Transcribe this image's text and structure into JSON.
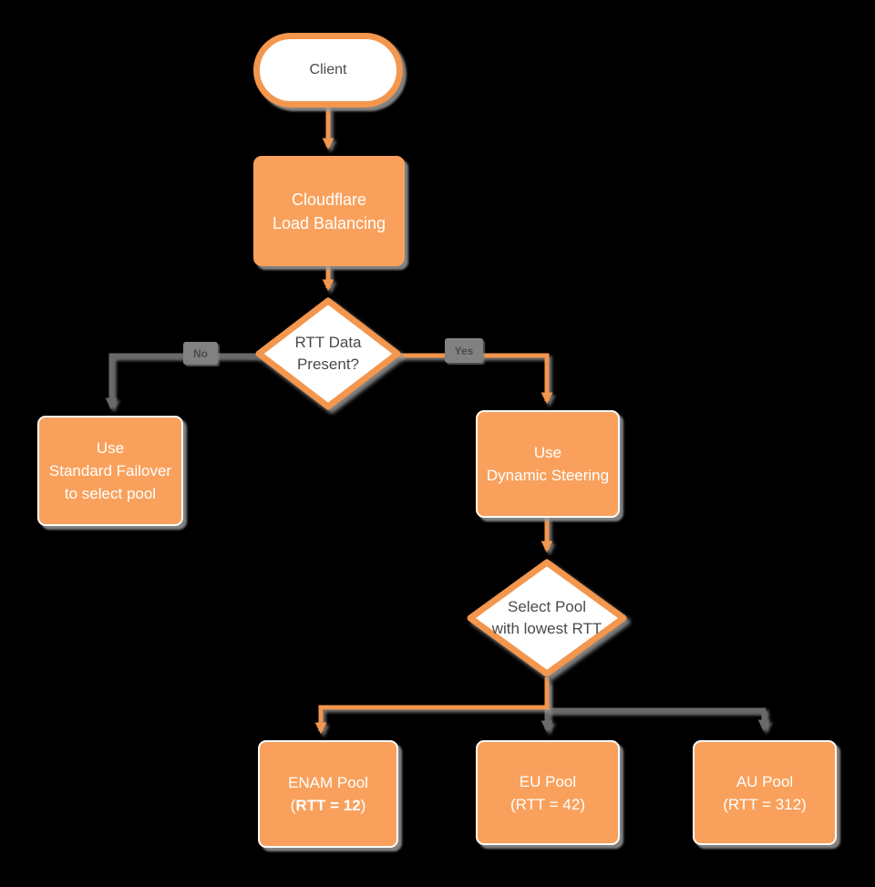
{
  "palette": {
    "background": "#000000",
    "orange_fill": "#F9A15C",
    "orange_line": "#F3964E",
    "gray_line": "#696969",
    "node_text_dark": "#4A4A4A",
    "node_text_light": "#FFFFFF",
    "label_chip_bg": "#818181",
    "label_chip_text": "#4B4B4B"
  },
  "nodes": {
    "client": {
      "label": "Client"
    },
    "load_balancer": {
      "line1": "Cloudflare",
      "line2": "Load Balancing"
    },
    "rtt_decision": {
      "line1": "RTT Data",
      "line2": "Present?"
    },
    "standard_failover": {
      "line1": "Use",
      "line2": "Standard Failover",
      "line3": "to select pool"
    },
    "dynamic_steering": {
      "line1": "Use",
      "line2": "Dynamic Steering"
    },
    "pool_decision": {
      "line1": "Select Pool",
      "line2": "with lowest RTT"
    },
    "enam_pool": {
      "line1": "ENAM Pool",
      "paren_open": "(",
      "rtt_bold": "RTT = 12",
      "paren_close": ")"
    },
    "eu_pool": {
      "line1": "EU Pool",
      "line2": "(RTT = 42)"
    },
    "au_pool": {
      "line1": "AU Pool",
      "line2": "(RTT = 312)"
    }
  },
  "edge_labels": {
    "no": "No",
    "yes": "Yes"
  }
}
